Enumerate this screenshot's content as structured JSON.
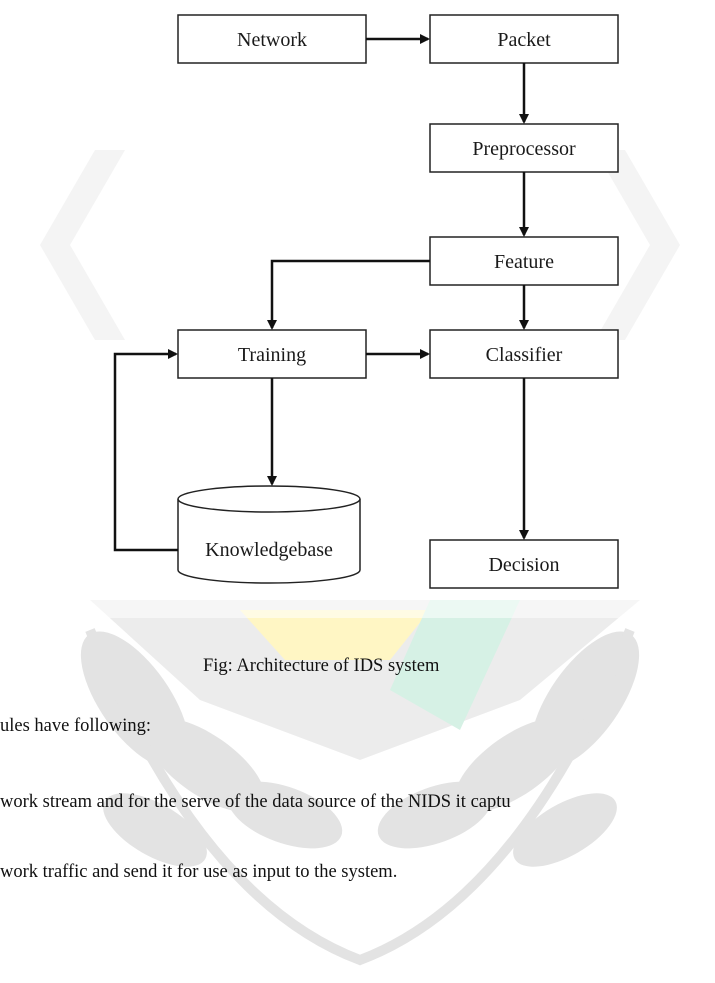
{
  "diagram": {
    "nodes": {
      "network": "Network",
      "packet": "Packet",
      "preprocessor": "Preprocessor",
      "feature": "Feature",
      "training": "Training",
      "classifier": "Classifier",
      "knowledgebase": "Knowledgebase",
      "decision": "Decision"
    }
  },
  "caption": "Fig: Architecture of IDS system",
  "body": {
    "line1": "ules have following:",
    "line2": "work stream and for the serve of the data source of the NIDS it captu",
    "line3": "work traffic and send it for use as input to the system."
  },
  "colors": {
    "watermark_gray": "#d6d6d6",
    "watermark_yellow": "#fff3b0",
    "watermark_green": "#cdeee0",
    "box_border": "#222222"
  }
}
